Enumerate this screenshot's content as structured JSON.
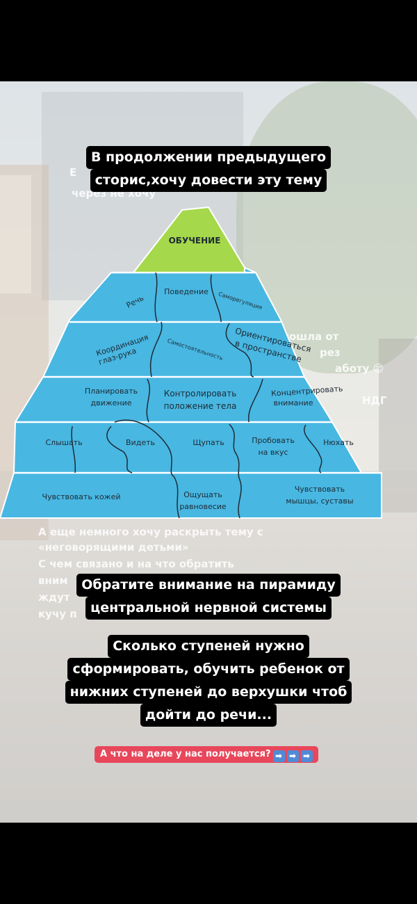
{
  "ghost_text": {
    "top_left_fragment": "Е",
    "top_line": "через не хочу",
    "right_1": "гошла от",
    "right_2": "рез",
    "right_3": "аботу 😊",
    "right_4": "НДГ",
    "mid_1": "А еще немного хочу раскрыть тему с",
    "mid_2": "«неговорящими детьми»",
    "mid_3": "С чем связано и на что обратить",
    "mid_4": "вним",
    "mid_5": "ждут",
    "mid_6": "кучу п"
  },
  "captions": {
    "top": [
      "В продолжении предыдущего",
      "сторис,хочу довести эту тему"
    ],
    "middle": [
      "Обратите внимание на пирамиду",
      "центральной нервной системы"
    ],
    "bottom": [
      "Сколько ступеней нужно",
      "сформировать, обучить ребенок от",
      "нижних ступеней до верхушки чтоб",
      "дойти до речи..."
    ]
  },
  "cta": {
    "text": "А что на деле у нас получается?",
    "arrow_icon": "➡"
  },
  "pyramid": {
    "top": "ОБУЧЕНИЕ",
    "row1": {
      "speech": "Речь",
      "behavior": "Поведение",
      "self_regulation": "Саморегуляция"
    },
    "row2": {
      "coordination_1": "Координация",
      "coordination_2": "глаз-рука",
      "independence": "Самостоятельность",
      "orientation_1": "Ориентироваться",
      "orientation_2": "в пространстве"
    },
    "row3": {
      "plan_1": "Планировать",
      "plan_2": "движение",
      "control_1": "Контролировать",
      "control_2": "положение тела",
      "focus_1": "Концентрировать",
      "focus_2": "внимание"
    },
    "row4": {
      "hear": "Слышать",
      "see": "Видеть",
      "touch": "Щупать",
      "taste_1": "Пробовать",
      "taste_2": "на вкус",
      "smell": "Нюхать"
    },
    "row5": {
      "skin": "Чувствовать кожей",
      "balance_1": "Ощущать",
      "balance_2": "равновесие",
      "muscles_1": "Чувствовать",
      "muscles_2": "мышцы, суставы"
    }
  },
  "colors": {
    "tier": "#48b7e2",
    "tier_top": "#a5d84a",
    "caption_bg": "#000000",
    "cta_bg": "#e8475b"
  }
}
